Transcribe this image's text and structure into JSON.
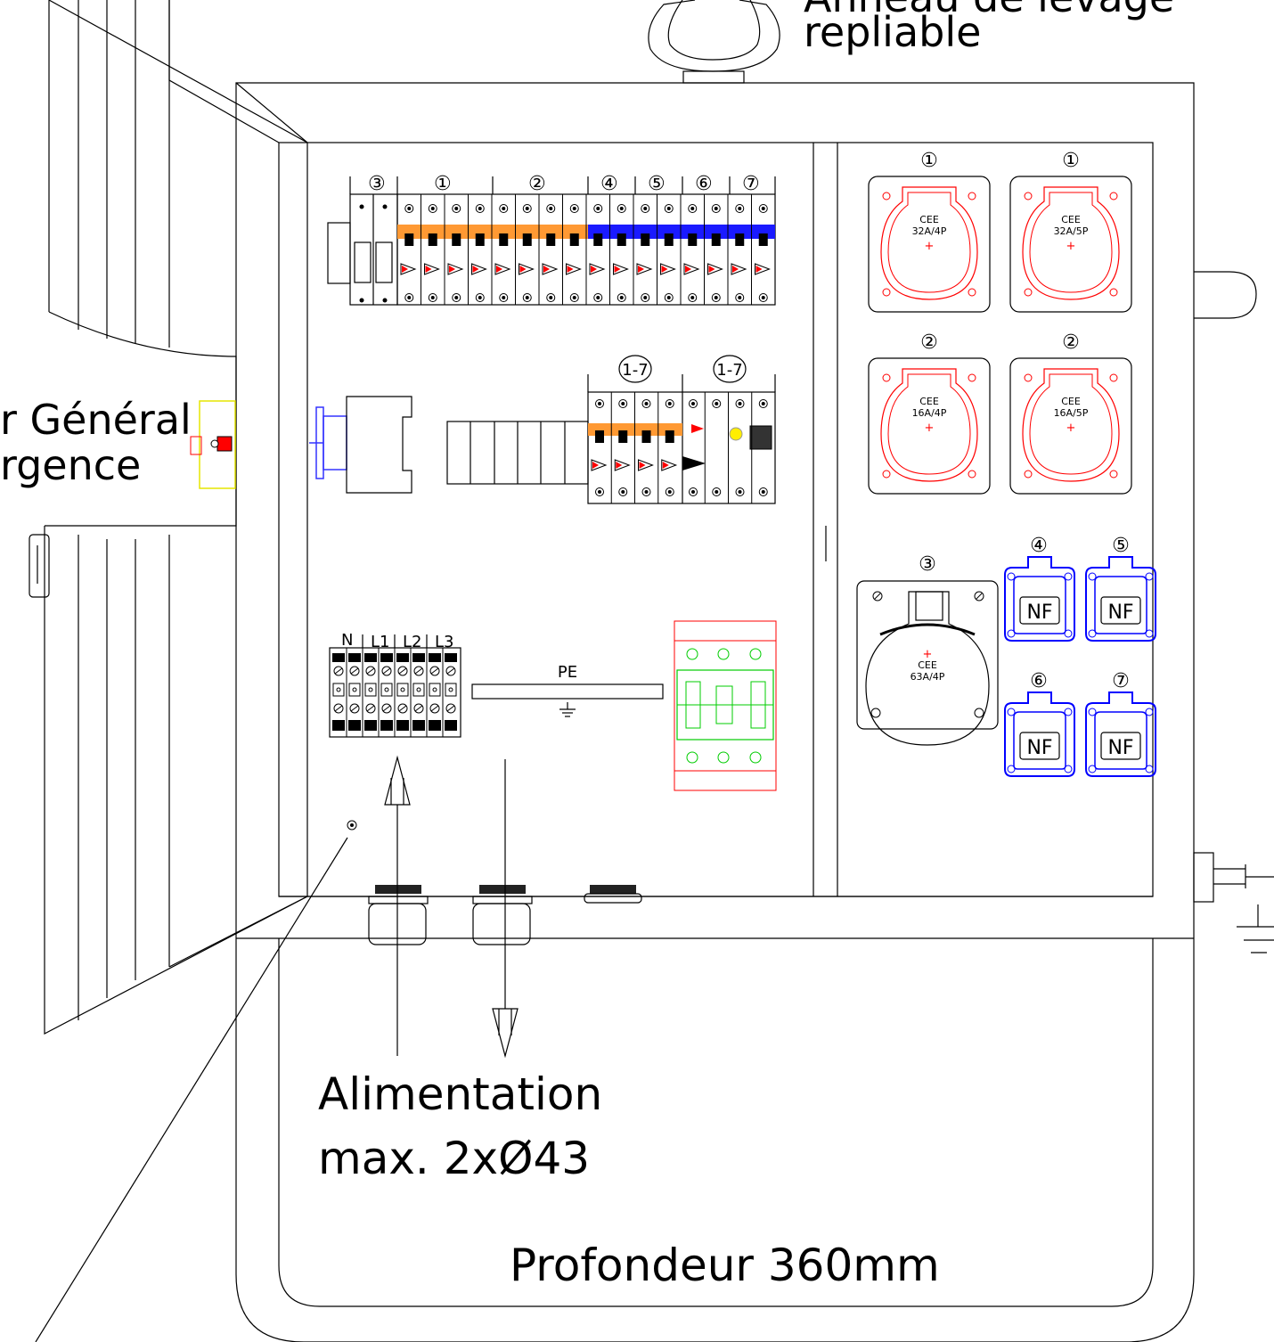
{
  "labels": {
    "lifting_ring_line1": "Anneau de levage",
    "lifting_ring_line2": "repliable",
    "emergency_line1": "r Général",
    "emergency_line2": "rgence",
    "supply_line1": "Alimentation",
    "supply_line2": "max. 2xØ43",
    "depth": "Profondeur 360mm",
    "pe_bar": "PE"
  },
  "breaker_row": {
    "group_labels": [
      "③",
      "①",
      "②",
      "④",
      "⑤",
      "⑥",
      "⑦"
    ]
  },
  "rcd_row": {
    "labels": [
      "1-7",
      "1-7"
    ]
  },
  "terminal_block": {
    "labels": [
      "N",
      "L1",
      "L2",
      "L3"
    ]
  },
  "sockets": {
    "cee": [
      {
        "number": "①",
        "type": "CEE",
        "rating": "32A/4P"
      },
      {
        "number": "①",
        "type": "CEE",
        "rating": "32A/5P"
      },
      {
        "number": "②",
        "type": "CEE",
        "rating": "16A/4P"
      },
      {
        "number": "②",
        "type": "CEE",
        "rating": "16A/5P"
      },
      {
        "number": "③",
        "type": "CEE",
        "rating": "63A/4P"
      }
    ],
    "nf": [
      {
        "number": "④",
        "label": "NF"
      },
      {
        "number": "⑤",
        "label": "NF"
      },
      {
        "number": "⑥",
        "label": "NF"
      },
      {
        "number": "⑦",
        "label": "NF"
      }
    ]
  },
  "colors": {
    "line": "#000000",
    "cee_red": "#ff0000",
    "nf_blue": "#0000ff",
    "breaker_orange": "#ff9933",
    "breaker_blue": "#1a1aff",
    "contactor_green": "#00cc00",
    "emergency_yellow": "#ffff66"
  }
}
